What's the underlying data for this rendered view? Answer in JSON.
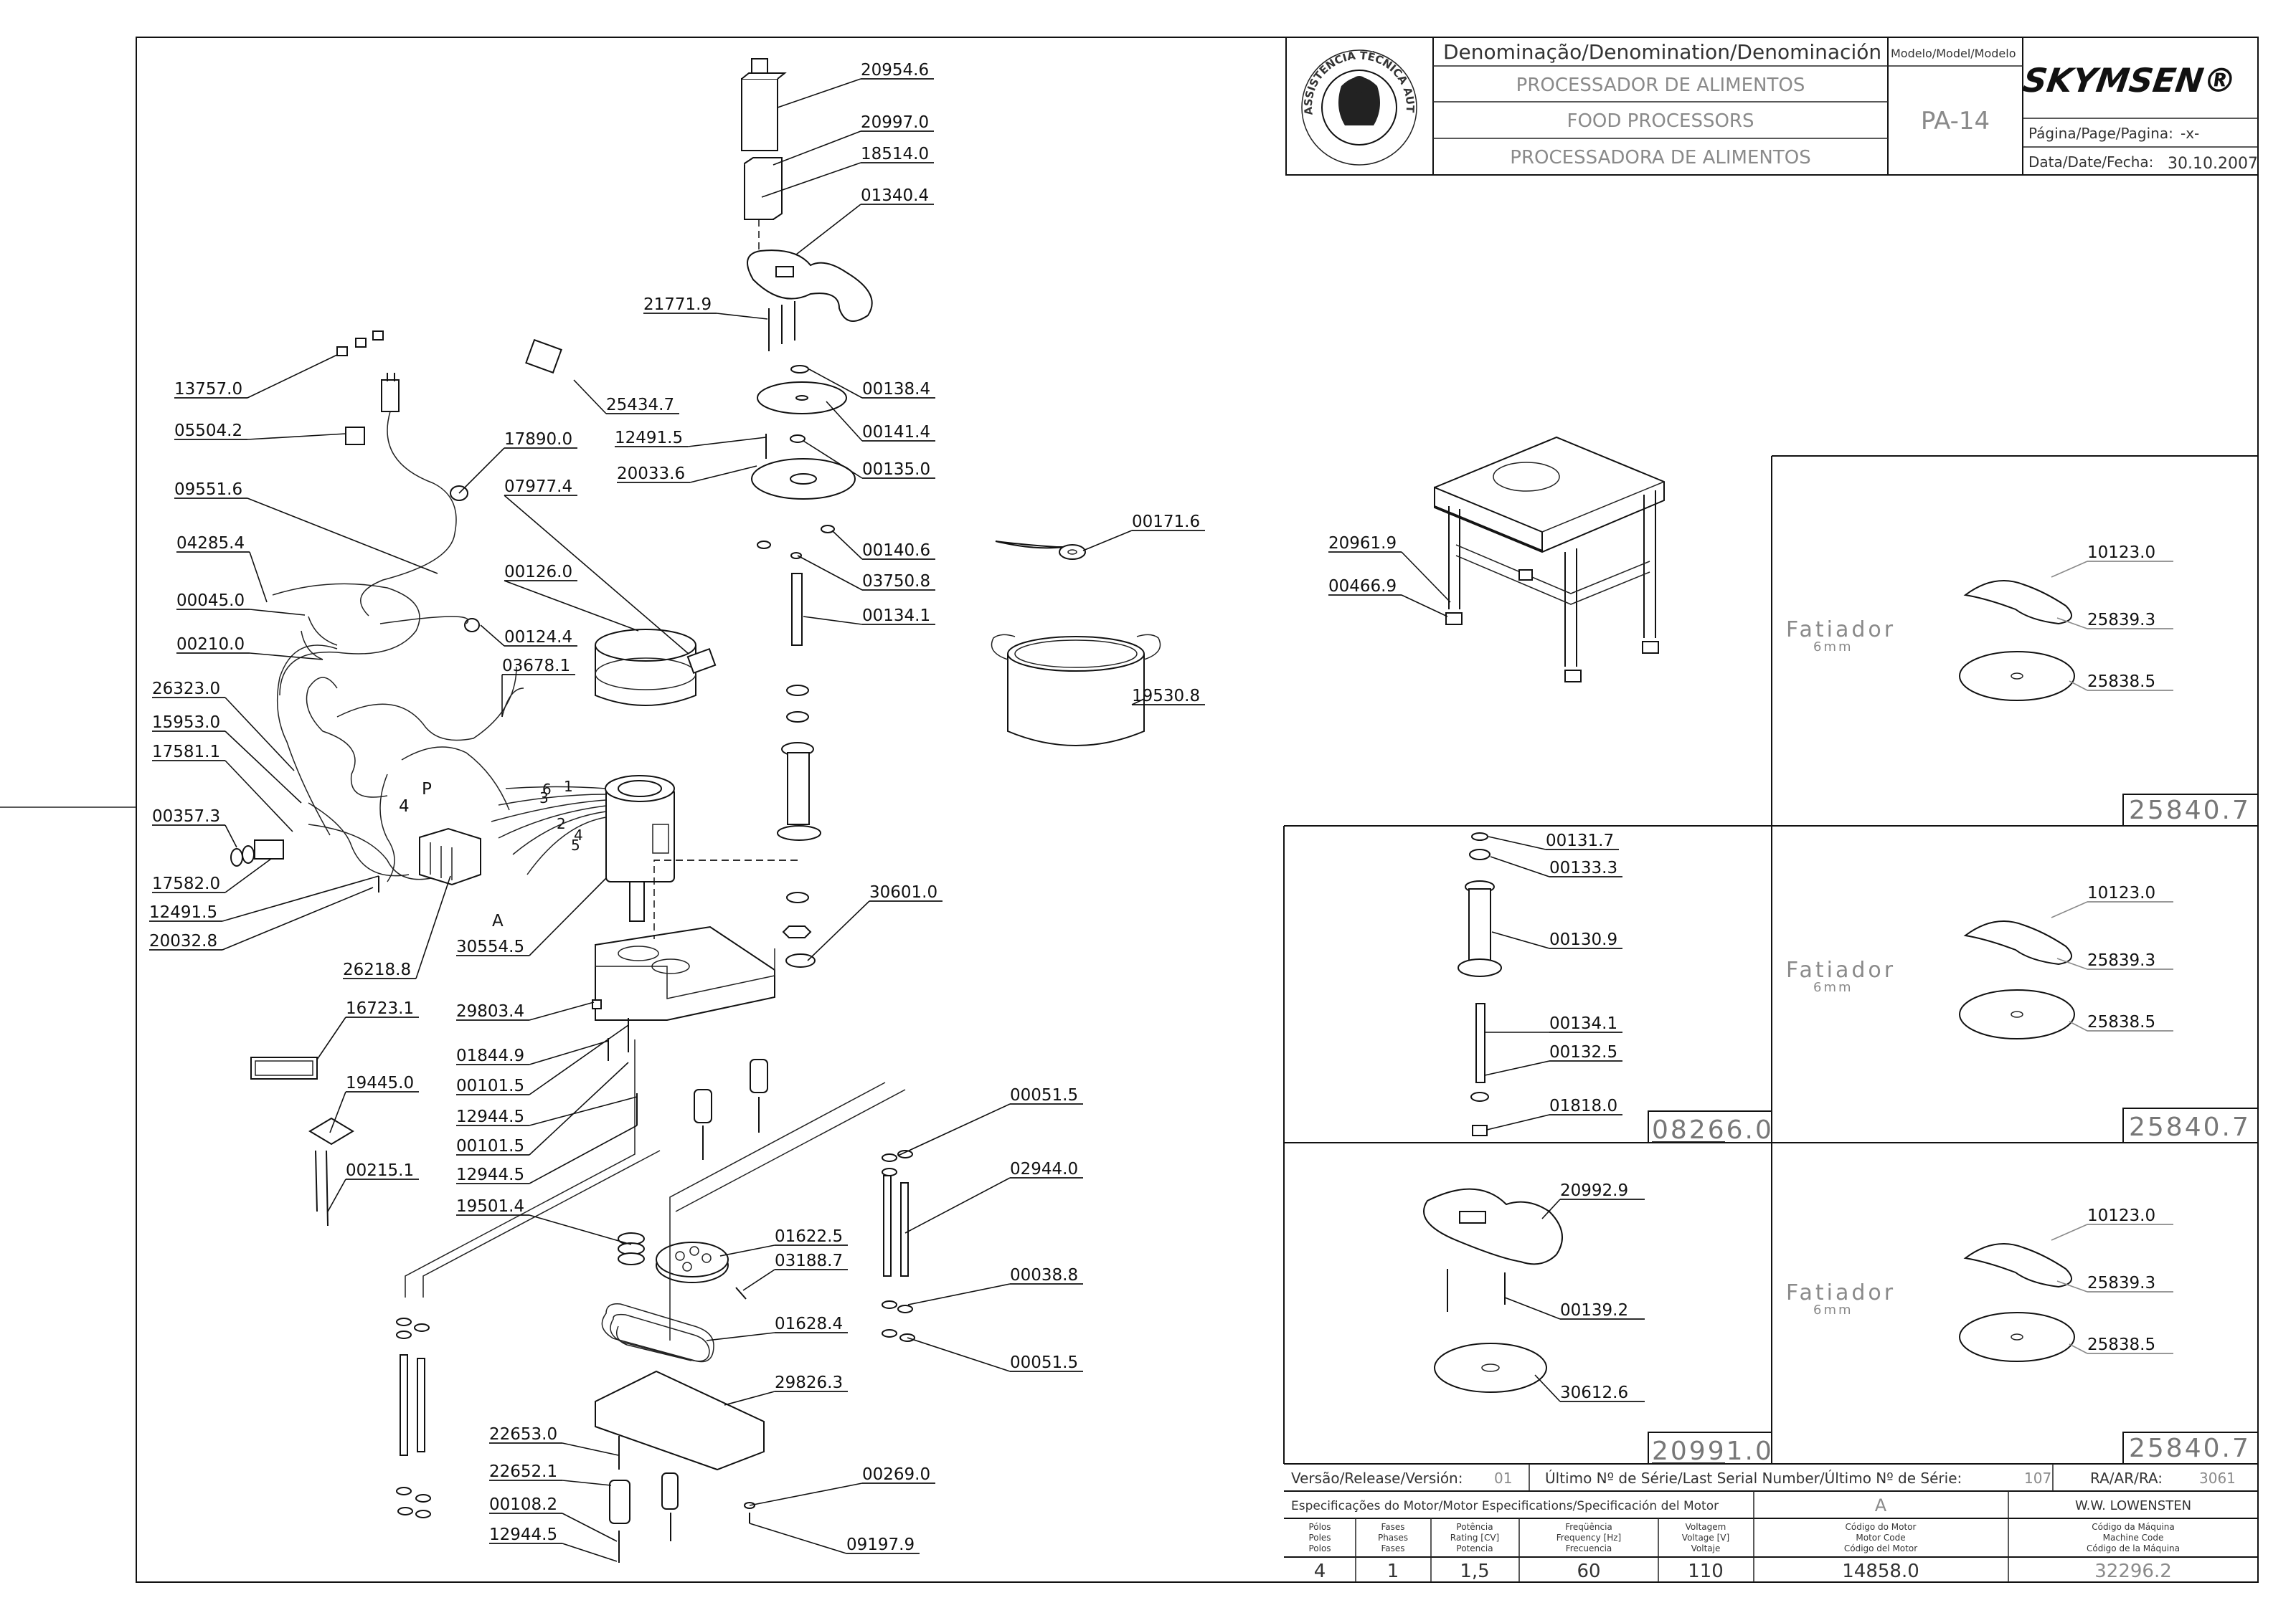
{
  "title_block": {
    "denomination_label": "Denominação/Denomination/Denominación",
    "model_label": "Modelo/Model/Modelo",
    "name_pt": "PROCESSADOR DE ALIMENTOS",
    "name_en": "FOOD PROCESSORS",
    "name_es": "PROCESSADORA DE ALIMENTOS",
    "model": "PA-14",
    "brand": "SKYMSEN®",
    "page_label": "Página/Page/Pagina:",
    "page_value": "-x-",
    "date_label": "Data/Date/Fecha:",
    "date_value": "30.10.2007",
    "logo_text": "ASSISTÊNCIA TÉCNICA AUTORIZADA"
  },
  "footer": {
    "release_label": "Versão/Release/Versión:",
    "release_value": "01",
    "serial_label": "Último Nº de Série/Last Serial Number/Último Nº de Série:",
    "serial_value": "107",
    "ra_label": "RA/AR/RA:",
    "ra_value": "3061",
    "motor_spec_label": "Especificações do Motor/Motor Especifications/Specificación del Motor",
    "motor_letter": "A",
    "manufacturer": "W.W. LOWENSTEN",
    "col_poles": [
      "Pólos",
      "Poles",
      "Polos"
    ],
    "col_phases": [
      "Fases",
      "Phases",
      "Fases"
    ],
    "col_power": [
      "Potência",
      "Rating [CV]",
      "Potencia"
    ],
    "col_freq": [
      "Freqüência",
      "Frequency [Hz]",
      "Frecuencia"
    ],
    "col_voltage": [
      "Voltagem",
      "Voltage [V]",
      "Voltaje"
    ],
    "col_motor_code": [
      "Código do Motor",
      "Motor Code",
      "Código del Motor"
    ],
    "col_machine_code": [
      "Código da Máquina",
      "Machine Code",
      "Código de la Máquina"
    ],
    "poles": "4",
    "phases": "1",
    "power": "1,5",
    "frequency": "60",
    "voltage": "110",
    "motor_code": "14858.0",
    "machine_code": "32296.2"
  },
  "parts": [
    "20954.6",
    "20997.0",
    "18514.0",
    "01340.4",
    "21771.9",
    "25434.7",
    "00138.4",
    "00141.4",
    "12491.5",
    "00135.0",
    "20033.6",
    "00140.6",
    "03750.8",
    "00134.1",
    "00171.6",
    "19530.8",
    "13757.0",
    "05504.2",
    "17890.0",
    "09551.6",
    "07977.4",
    "04285.4",
    "00126.0",
    "00045.0",
    "00124.4",
    "00210.0",
    "03678.1",
    "26323.0",
    "15953.0",
    "17581.1",
    "00357.3",
    "17582.0",
    "12491.5",
    "20032.8",
    "26218.8",
    "30554.5",
    "30601.0",
    "16723.1",
    "29803.4",
    "01844.9",
    "00101.5",
    "12944.5",
    "00101.5",
    "12944.5",
    "19445.0",
    "00215.1",
    "19501.4",
    "00051.5",
    "02944.0",
    "01622.5",
    "03188.7",
    "00038.8",
    "01628.4",
    "00051.5",
    "29826.3",
    "22653.0",
    "22652.1",
    "00269.0",
    "00108.2",
    "12944.5",
    "09197.9",
    "20961.9",
    "00466.9"
  ],
  "motor_wire_numbers": [
    "1",
    "2",
    "3",
    "4",
    "5",
    "6",
    "P",
    "4"
  ],
  "motor_letter_callout": "A",
  "detail_08266": {
    "box_number": "08266.0",
    "parts": [
      "00131.7",
      "00133.3",
      "00130.9",
      "00134.1",
      "00132.5",
      "01818.0"
    ]
  },
  "detail_20991": {
    "box_number": "20991.0",
    "parts": [
      "20992.9",
      "00139.2",
      "30612.6"
    ]
  },
  "fatiador_boxes": [
    {
      "title": "Fatiador",
      "sub": "6mm",
      "parts": [
        "10123.0",
        "25839.3",
        "25838.5"
      ],
      "box_number": "25840.7"
    },
    {
      "title": "Fatiador",
      "sub": "6mm",
      "parts": [
        "10123.0",
        "25839.3",
        "25838.5"
      ],
      "box_number": "25840.7"
    },
    {
      "title": "Fatiador",
      "sub": "6mm",
      "parts": [
        "10123.0",
        "25839.3",
        "25838.5"
      ],
      "box_number": "25840.7"
    }
  ],
  "colors": {
    "line": "#111111",
    "grey_text": "#8a8a8a"
  }
}
